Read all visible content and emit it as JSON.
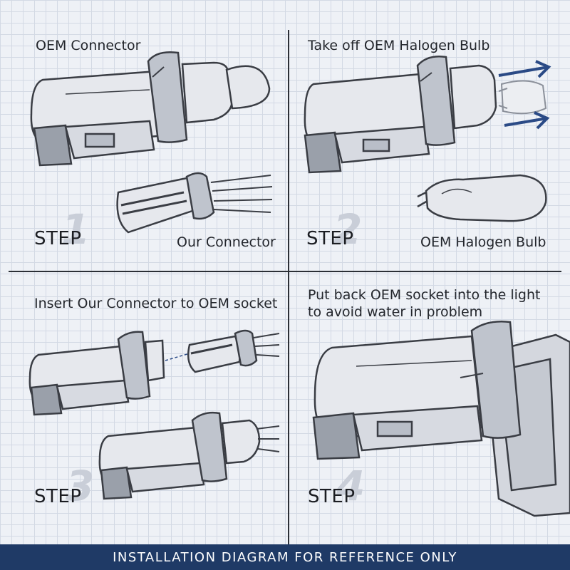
{
  "panels": [
    {
      "captions": [
        "OEM Connector",
        "Our Connector"
      ],
      "step_label": "STEP",
      "step_number": "1"
    },
    {
      "captions": [
        "Take off OEM Halogen Bulb",
        "OEM Halogen Bulb"
      ],
      "step_label": "STEP",
      "step_number": "2"
    },
    {
      "captions": [
        "Insert Our Connector to OEM socket"
      ],
      "step_label": "STEP",
      "step_number": "3"
    },
    {
      "captions": [
        "Put back OEM socket into the light",
        "to avoid water in problem"
      ],
      "step_label": "STEP",
      "step_number": "4"
    }
  ],
  "footer": {
    "text": "INSTALLATION DIAGRAM FOR REFERENCE ONLY"
  },
  "colors": {
    "footer_bg": "#1f3a66",
    "arrow": "#2a4a86",
    "grid": "#d3d9e4"
  }
}
